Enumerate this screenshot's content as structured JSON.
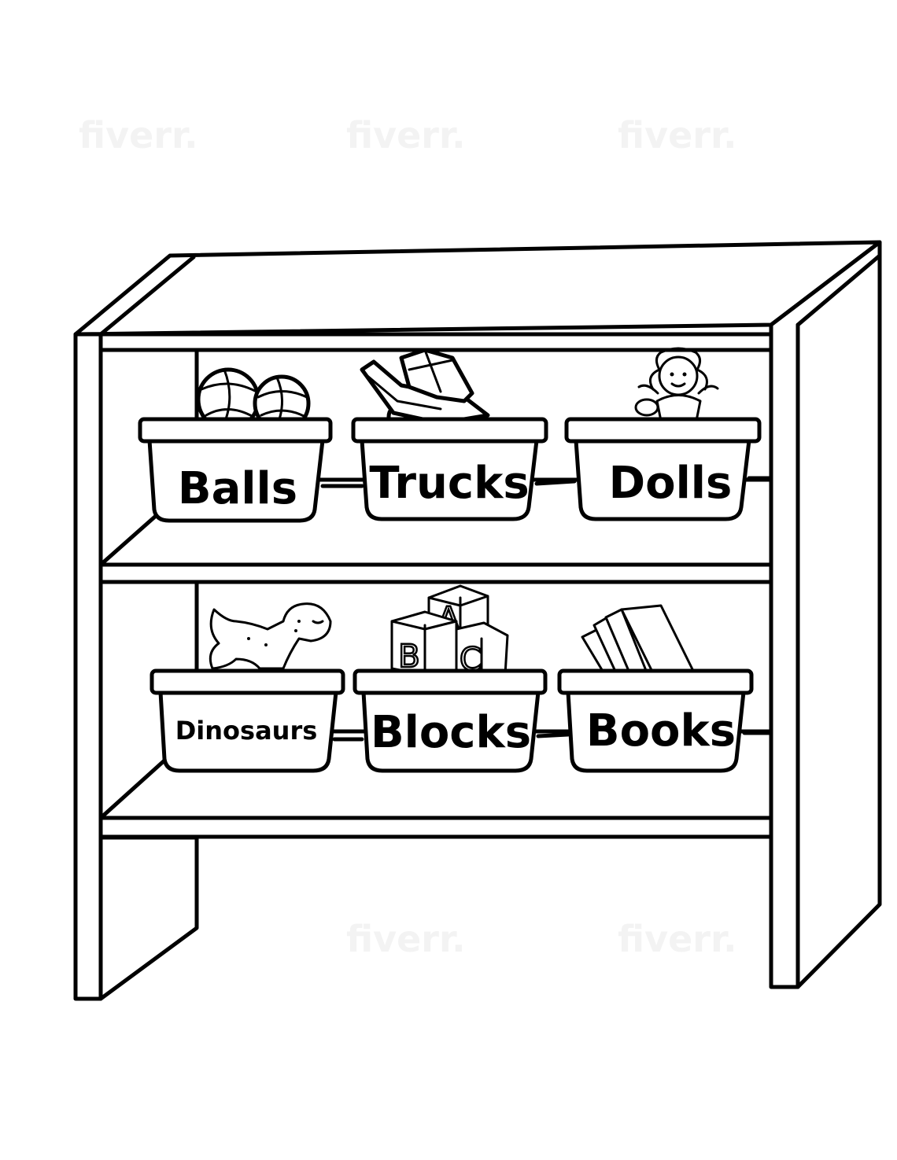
{
  "watermark": {
    "text": "fiverr."
  },
  "bins": {
    "top_row": [
      {
        "label": "Balls"
      },
      {
        "label": "Trucks"
      },
      {
        "label": "Dolls"
      }
    ],
    "bottom_row": [
      {
        "label": "Dinosaurs"
      },
      {
        "label": "Blocks"
      },
      {
        "label": "Books"
      }
    ]
  },
  "blocks": {
    "letters": [
      "A",
      "B",
      "C"
    ]
  },
  "icons": [
    "balls-icon",
    "truck-icon",
    "doll-icon",
    "dinosaur-icon",
    "abc-blocks-icon",
    "books-icon"
  ],
  "colors": {
    "line": "#000000",
    "background": "#ffffff"
  }
}
